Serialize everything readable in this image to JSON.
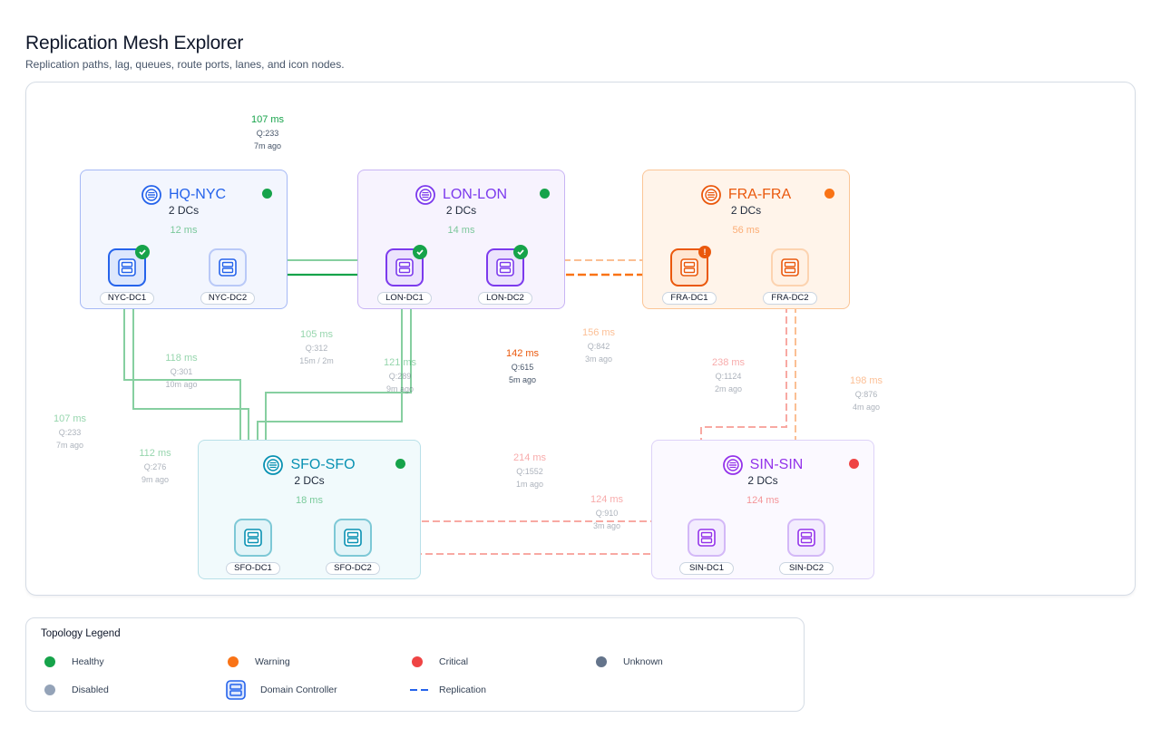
{
  "page": {
    "title": "Replication Mesh Explorer",
    "subtitle": "Replication paths, lag, queues, route ports, lanes, and icon nodes."
  },
  "colors": {
    "healthy": "#16a34a",
    "warning": "#f97316",
    "critical": "#ef4444",
    "unknown": "#64748b",
    "disabled": "#94a3b8",
    "blue": "#2563eb",
    "purple": "#7c3aed",
    "orange": "#ea580c",
    "teal": "#0891b2",
    "violet": "#9333ea"
  },
  "sites": [
    {
      "name": "HQ-NYC",
      "dcs": "2 DCs",
      "latency": "12 ms",
      "status": "healthy",
      "icon": "site-globe-icon"
    },
    {
      "name": "LON-LON",
      "dcs": "2 DCs",
      "latency": "14 ms",
      "status": "healthy",
      "icon": "site-globe-icon"
    },
    {
      "name": "FRA-FRA",
      "dcs": "2 DCs",
      "latency": "56 ms",
      "status": "warning",
      "icon": "site-globe-icon"
    },
    {
      "name": "SFO-SFO",
      "dcs": "2 DCs",
      "latency": "18 ms",
      "status": "healthy",
      "icon": "site-globe-icon"
    },
    {
      "name": "SIN-SIN",
      "dcs": "2 DCs",
      "latency": "124 ms",
      "status": "critical",
      "icon": "site-globe-icon"
    }
  ],
  "dcs": [
    {
      "label": "NYC-DC1",
      "badge": "check"
    },
    {
      "label": "NYC-DC2",
      "badge": ""
    },
    {
      "label": "LON-DC1",
      "badge": "check"
    },
    {
      "label": "LON-DC2",
      "badge": "check"
    },
    {
      "label": "FRA-DC1",
      "badge": "warning"
    },
    {
      "label": "FRA-DC2",
      "badge": ""
    },
    {
      "label": "SFO-DC1",
      "badge": ""
    },
    {
      "label": "SFO-DC2",
      "badge": ""
    },
    {
      "label": "SIN-DC1",
      "badge": ""
    },
    {
      "label": "SIN-DC2",
      "badge": ""
    }
  ],
  "links": [
    {
      "ms": "107 ms",
      "q": "Q:233",
      "age": "7m ago"
    },
    {
      "ms": "105 ms",
      "q": "Q:312",
      "age": "15m / 2m"
    },
    {
      "ms": "118 ms",
      "q": "Q:301",
      "age": "10m ago"
    },
    {
      "ms": "121 ms",
      "q": "Q:289",
      "age": "9m ago"
    },
    {
      "ms": "142 ms",
      "q": "Q:615",
      "age": "5m ago"
    },
    {
      "ms": "156 ms",
      "q": "Q:842",
      "age": "3m ago"
    },
    {
      "ms": "238 ms",
      "q": "Q:1124",
      "age": "2m ago"
    },
    {
      "ms": "198 ms",
      "q": "Q:876",
      "age": "4m ago"
    },
    {
      "ms": "107 ms",
      "q": "Q:233",
      "age": "7m ago"
    },
    {
      "ms": "112 ms",
      "q": "Q:276",
      "age": "9m ago"
    },
    {
      "ms": "214 ms",
      "q": "Q:1552",
      "age": "1m ago"
    },
    {
      "ms": "124 ms",
      "q": "Q:910",
      "age": "3m ago"
    }
  ],
  "legend": {
    "title": "Topology Legend",
    "healthy": "Healthy",
    "warning": "Warning",
    "critical": "Critical",
    "unknown": "Unknown",
    "disabled": "Disabled",
    "domain_controller": "Domain Controller",
    "replication": "Replication"
  }
}
